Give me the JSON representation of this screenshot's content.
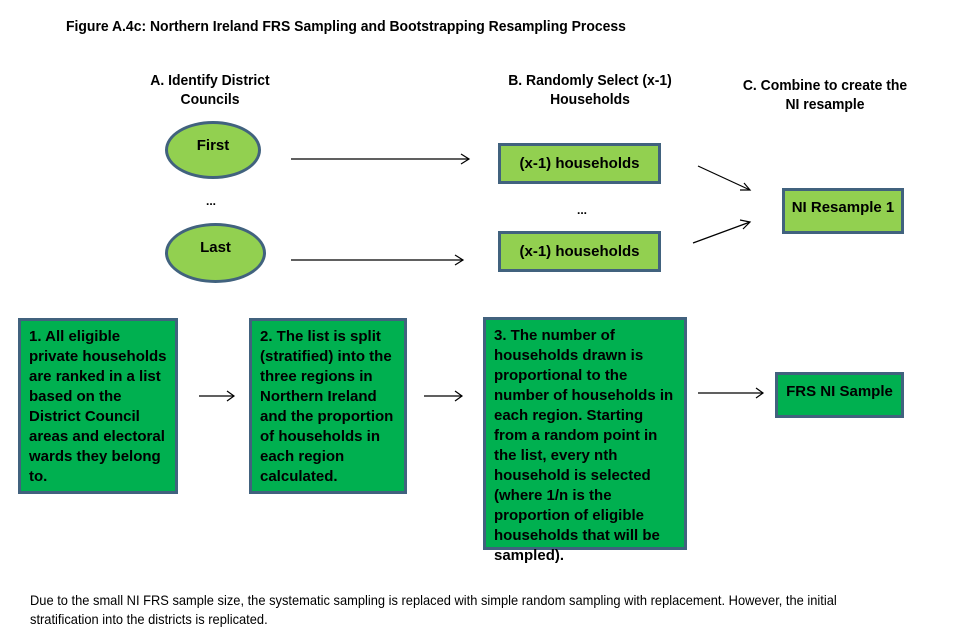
{
  "title": "Figure A.4c: Northern Ireland FRS Sampling and Bootstrapping Resampling Process",
  "columns": {
    "a": {
      "heading_line1": "A. Identify District",
      "heading_line2": "Councils"
    },
    "b": {
      "heading_line1": "B. Randomly Select (x-1)",
      "heading_line2": "Households"
    },
    "c": {
      "heading_line1": "C. Combine to create the",
      "heading_line2": "NI resample"
    }
  },
  "councils": {
    "first": "First",
    "ellipsis": "...",
    "last": "Last"
  },
  "households": {
    "first": "(x-1) households",
    "ellipsis": "...",
    "last": "(x-1) households"
  },
  "resample": {
    "label": "NI Resample 1"
  },
  "steps": [
    {
      "text": "1. All eligible private households are ranked in a list based on the District Council areas and electoral wards they belong to."
    },
    {
      "text": "2. The list is split (stratified) into the three regions in Northern Ireland and the proportion of households in each region calculated."
    },
    {
      "text": "3. The number of households drawn is proportional to the number of households in each region. Starting from a random point in the list, every nth household is selected (where 1/n is the proportion of eligible households that will be sampled)."
    }
  ],
  "sample": {
    "label": "FRS NI Sample"
  },
  "footnote": "Due to the small NI FRS sample size, the systematic sampling is replaced with simple random sampling with replacement. However, the initial stratification into the districts is replicated.",
  "colors": {
    "light_green": "#92d050",
    "green": "#00b050",
    "border": "#41627e"
  }
}
